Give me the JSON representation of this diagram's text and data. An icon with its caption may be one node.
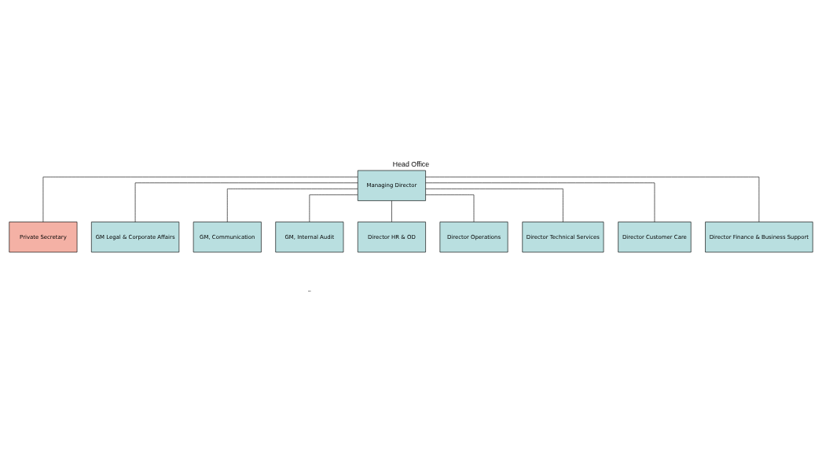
{
  "diagram": {
    "title": "Head Office",
    "nodes": [
      {
        "text": [
          "Managing Director"
        ]
      },
      {
        "text": [
          "Private Secretary"
        ]
      },
      {
        "text": [
          "GM Legal & Corporate Affairs"
        ]
      },
      {
        "text": [
          "GM, Communication"
        ]
      },
      {
        "text": [
          "GM, Internal Audit"
        ]
      },
      {
        "text": [
          "Director HR & OD"
        ]
      },
      {
        "text": [
          "Director Operations"
        ]
      },
      {
        "text": [
          "Director Technical Services"
        ]
      },
      {
        "text": [
          "Director Customer Care"
        ]
      },
      {
        "text": [
          "Director Finance & Business Support"
        ]
      }
    ],
    "edges": [
      {
        "from": 0,
        "to": 1,
        "arrow": "none"
      },
      {
        "from": 0,
        "to": 2,
        "arrow": "none"
      },
      {
        "from": 0,
        "to": 3,
        "arrow": "none"
      },
      {
        "from": 0,
        "to": 4,
        "arrow": "none"
      },
      {
        "from": 0,
        "to": 5,
        "arrow": "none"
      },
      {
        "from": 0,
        "to": 6,
        "arrow": "none"
      },
      {
        "from": 0,
        "to": 7,
        "arrow": "none"
      },
      {
        "from": 0,
        "to": 8,
        "arrow": "none"
      },
      {
        "from": 0,
        "to": 9,
        "arrow": "none"
      }
    ],
    "labels": [
      "_"
    ]
  }
}
